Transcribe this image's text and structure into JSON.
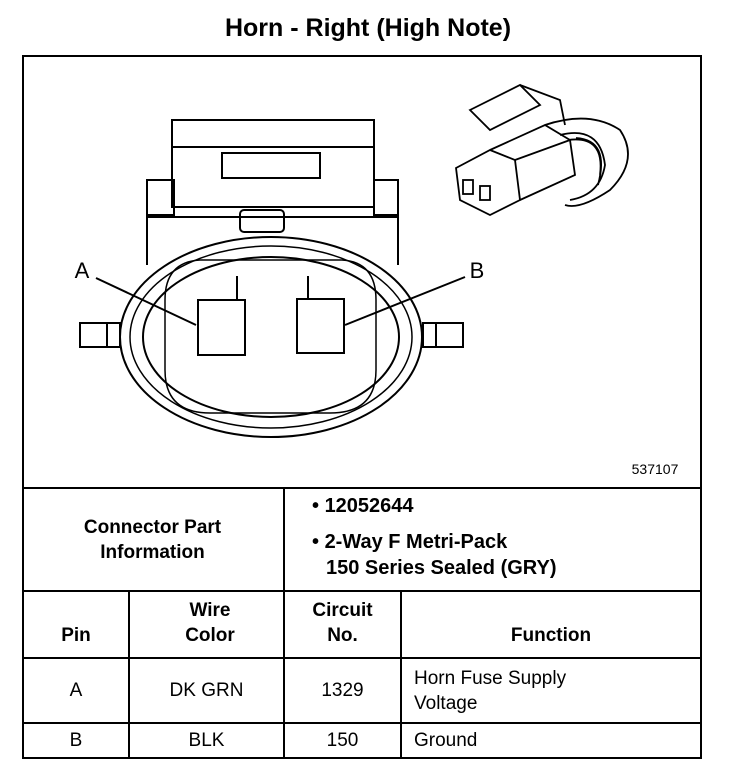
{
  "title": "Horn - Right (High Note)",
  "diagram": {
    "pin_label_a": "A",
    "pin_label_b": "B",
    "figure_number": "537107"
  },
  "connector_info": {
    "label": "Connector Part Information",
    "items": [
      "12052644",
      "2-Way F Metri-Pack",
      "150 Series Sealed (GRY)"
    ]
  },
  "table": {
    "headers": {
      "pin": "Pin",
      "wire_color": "Wire Color",
      "circuit": "Circuit No.",
      "function": "Function"
    },
    "rows": [
      {
        "pin": "A",
        "wire_color": "DK GRN",
        "circuit": "1329",
        "function": "Horn Fuse Supply Voltage"
      },
      {
        "pin": "B",
        "wire_color": "BLK",
        "circuit": "150",
        "function": "Ground"
      }
    ]
  }
}
